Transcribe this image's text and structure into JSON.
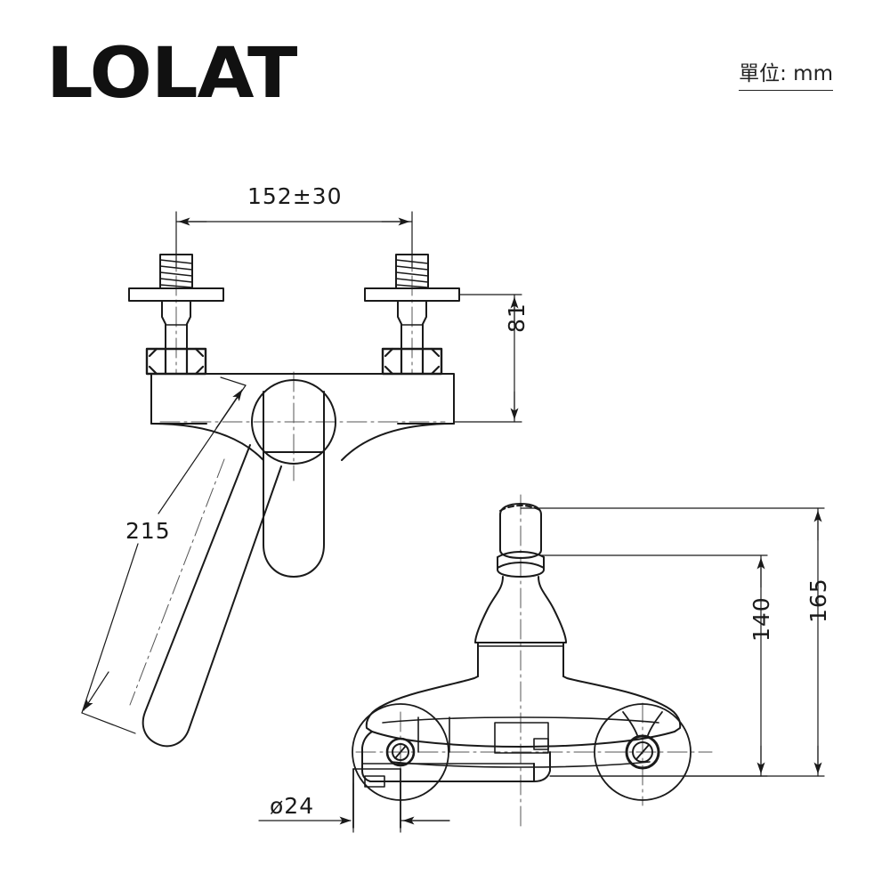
{
  "document": {
    "type": "engineering-drawing",
    "subject": "wall-mounted single-lever kitchen faucet",
    "brand": "LOLAT",
    "unit_note": "單位: mm"
  },
  "views": [
    {
      "name": "front-view",
      "position": "upper-left"
    },
    {
      "name": "side-view",
      "position": "lower-right"
    }
  ],
  "dimensions": {
    "inlet_spacing": "152±30",
    "inlet_height": "81",
    "spout_length": "215",
    "spout_outlet_height": "140",
    "overall_height": "165",
    "outlet_diameter": "ø24"
  },
  "colors": {
    "line": "#1a1a1a",
    "thin_line": "#333333",
    "center_line": "#555555",
    "background": "#ffffff",
    "brand": "#111111"
  },
  "chart_data": {
    "type": "table",
    "title": "LOLAT faucet dimensions",
    "categories": [
      "inlet spacing",
      "inlet height",
      "spout length",
      "spout outlet height",
      "overall height",
      "outlet diameter"
    ],
    "values": [
      152,
      81,
      215,
      140,
      165,
      24
    ],
    "labels": [
      "152±30",
      "81",
      "215",
      "140",
      "165",
      "ø24"
    ],
    "ylabel": "mm",
    "xlabel": "",
    "grid": false
  }
}
